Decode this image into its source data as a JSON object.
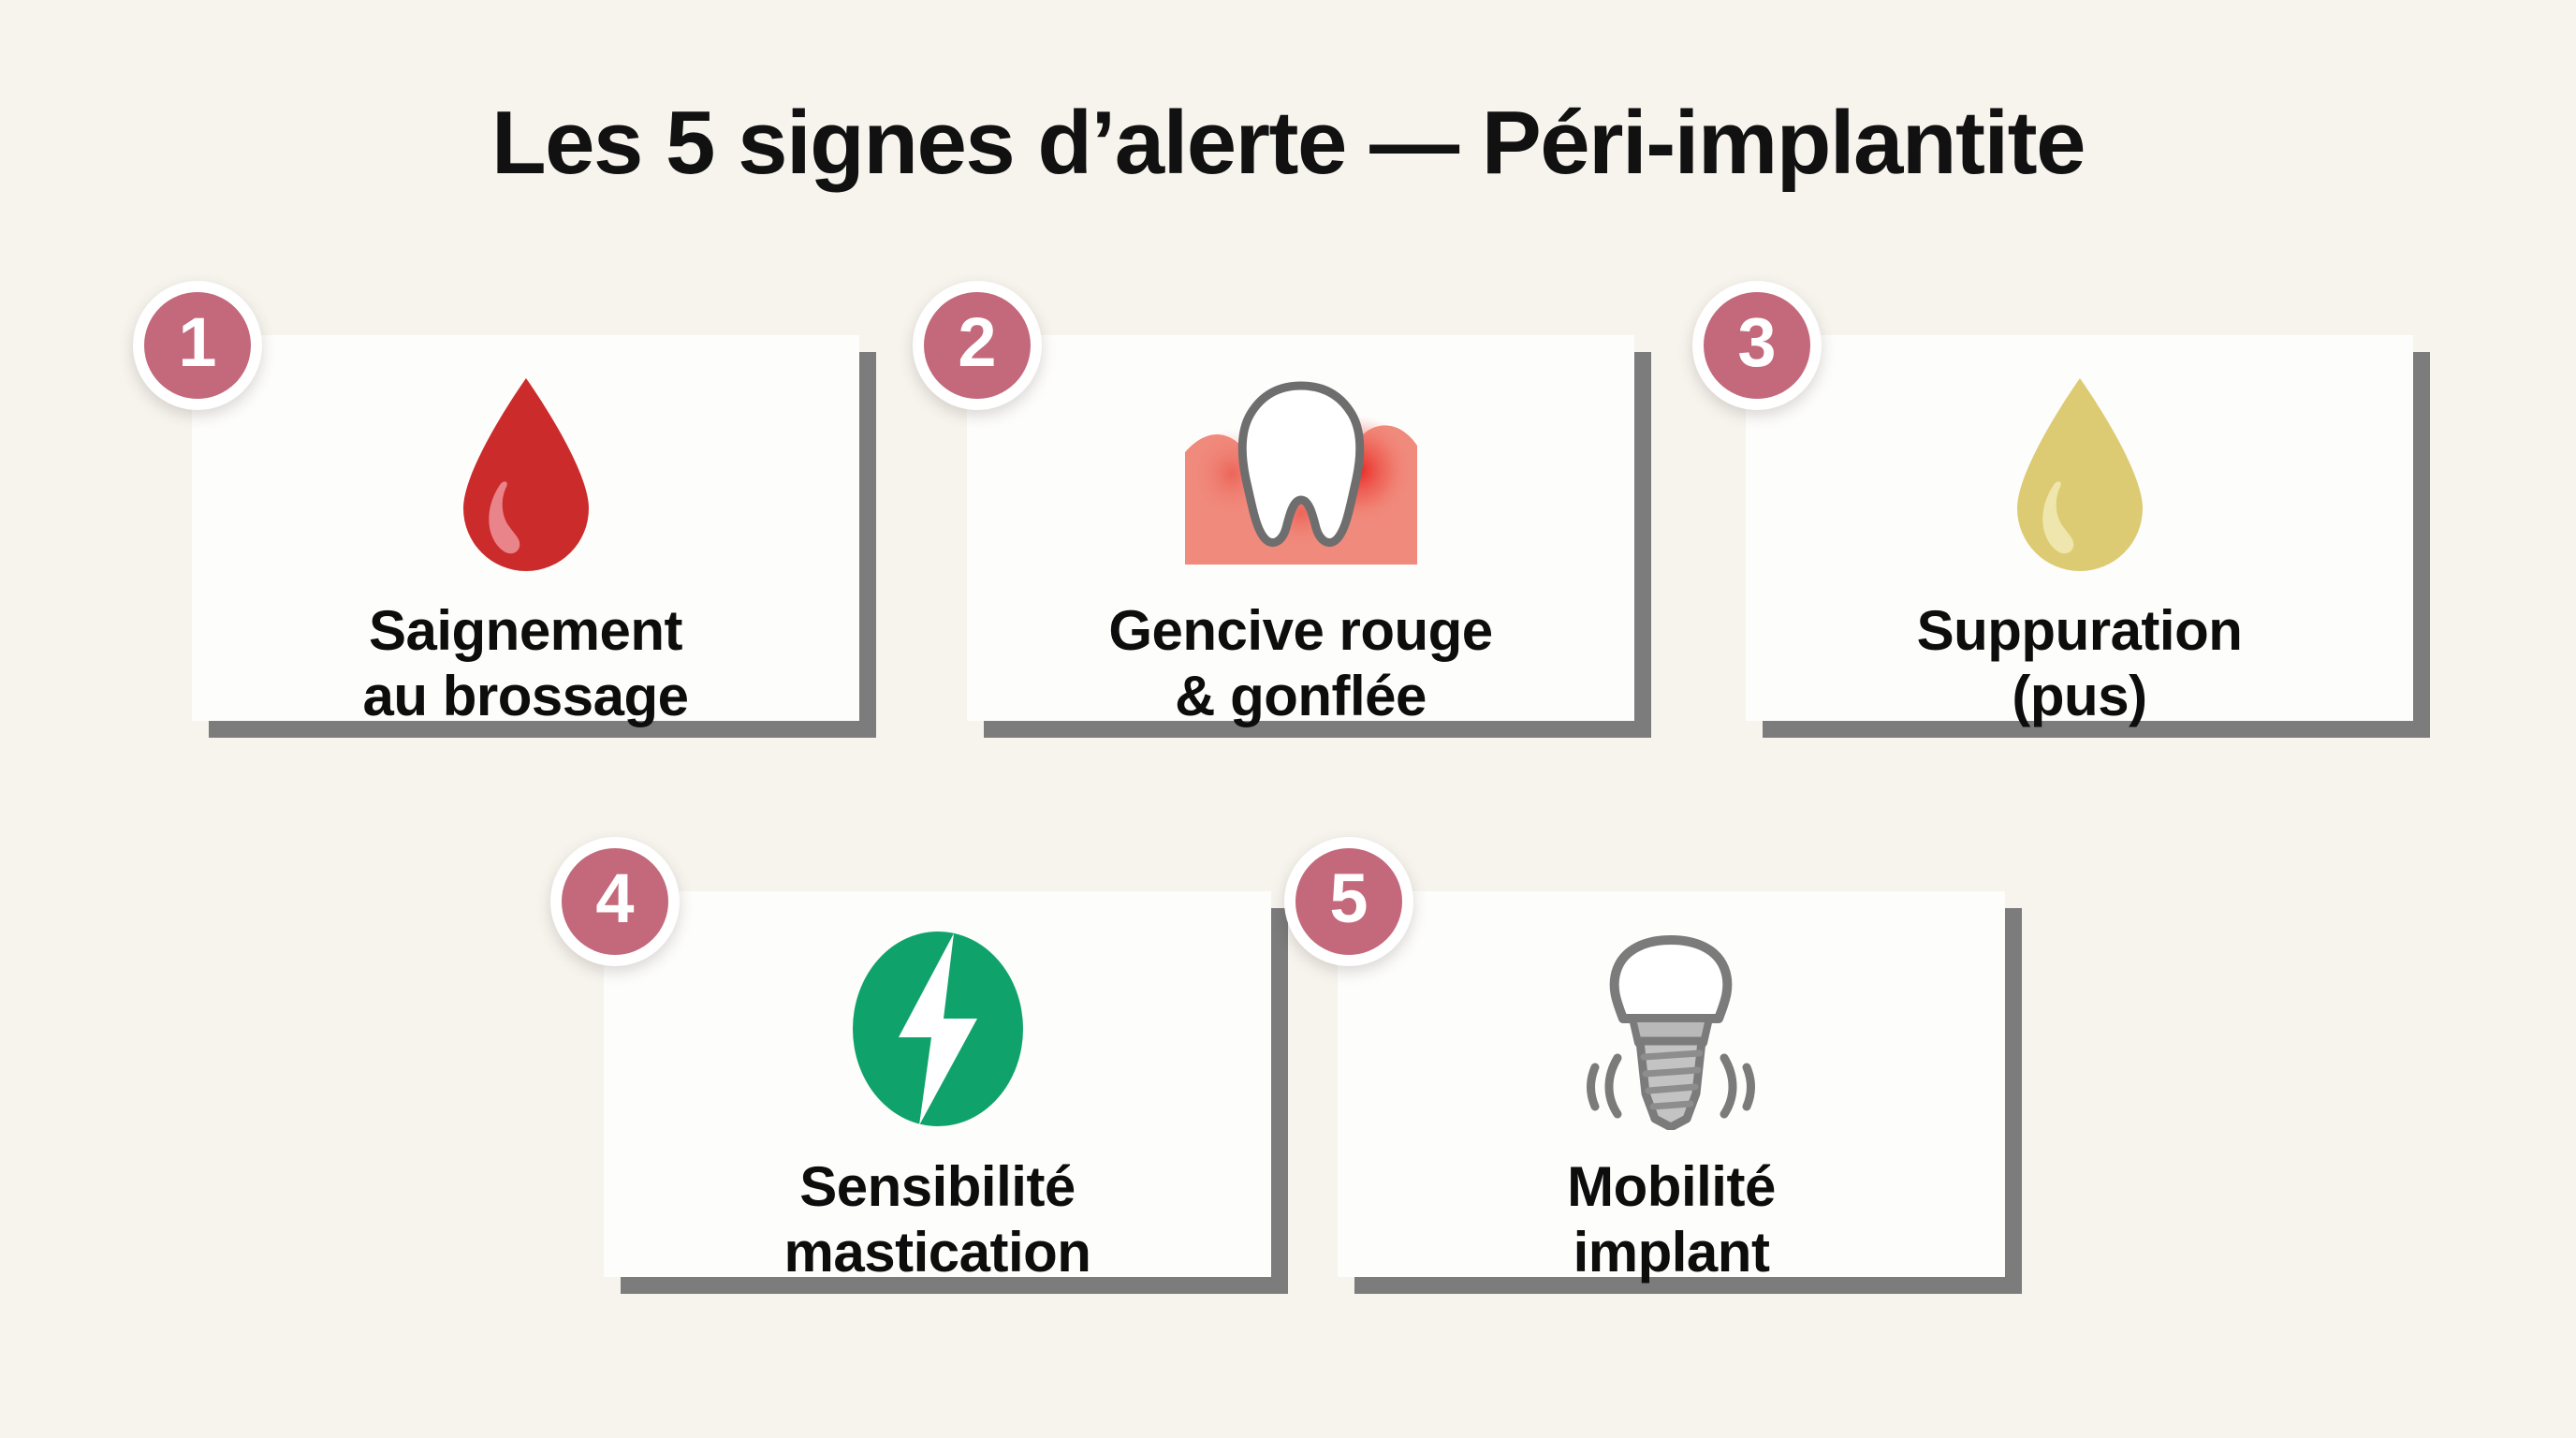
{
  "title": "Les 5 signes d’alerte — Péri-implantite",
  "colors": {
    "background": "#f7f4ee",
    "card_surface": "#fdfdfc",
    "card_shadow": "#7c7c7c",
    "badge_fill": "#c4697b",
    "badge_ring": "#ffffff",
    "badge_text": "#ffffff",
    "label_text": "#0d0d0d",
    "blood_red": "#cc2b2b",
    "blood_highlight": "#e9848a",
    "gum_salmon": "#f08a7c",
    "gum_inflamed": "#e8231f",
    "tooth_outline": "#6e6e6e",
    "tooth_fill": "#ffffff",
    "pus_yellow": "#ddcb73",
    "pus_highlight": "#efe6ad",
    "bolt_green": "#0fa36b",
    "bolt_white": "#ffffff",
    "implant_gray": "#7b7b7b",
    "implant_light": "#b9b9b9"
  },
  "cards": [
    {
      "number": "1",
      "label_line1": "Saignement",
      "label_line2": "au brossage",
      "icon": "blood-drop-icon"
    },
    {
      "number": "2",
      "label_line1": "Gencive rouge",
      "label_line2": "& gonflée",
      "icon": "inflamed-gum-tooth-icon"
    },
    {
      "number": "3",
      "label_line1": "Suppuration",
      "label_line2": "(pus)",
      "icon": "pus-drop-icon"
    },
    {
      "number": "4",
      "label_line1": "Sensibilité",
      "label_line2": "mastication",
      "icon": "lightning-bolt-icon"
    },
    {
      "number": "5",
      "label_line1": "Mobilité",
      "label_line2": "implant",
      "icon": "dental-implant-mobility-icon"
    }
  ]
}
